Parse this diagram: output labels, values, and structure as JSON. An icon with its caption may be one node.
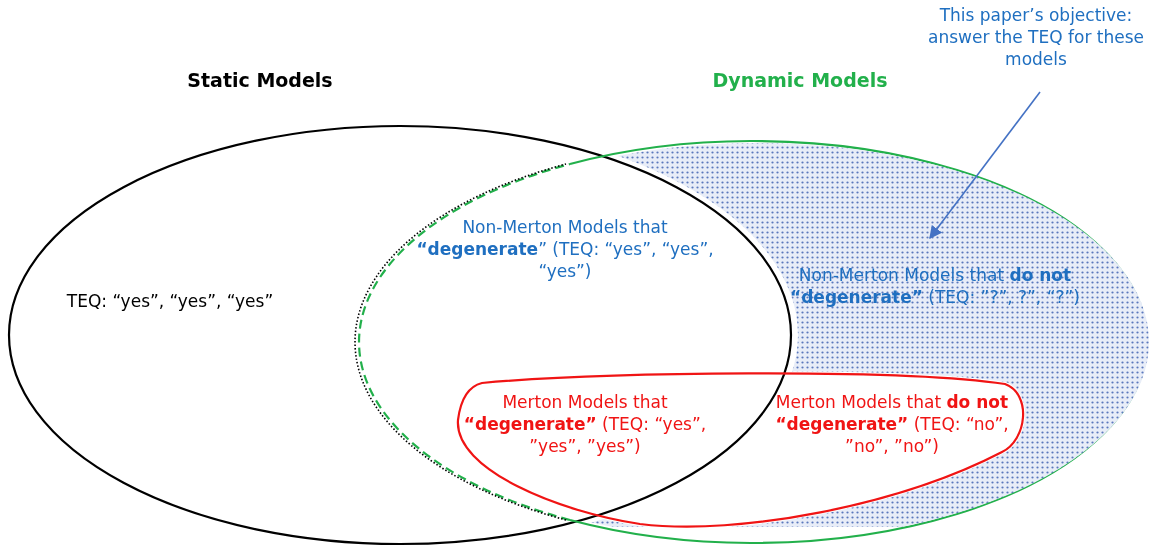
{
  "diagram": {
    "nodes": [
      {
        "text": [
          "Static Models",
          "TEQ: “yes”, “yes”, “yes”"
        ]
      },
      {
        "text": [
          "Dynamic Models"
        ]
      },
      {
        "text": [
          "Merton Models that **“degenerate”** (TEQ: “yes”, ”yes”, ”yes”)",
          "Merton Models that **do not “degenerate”** (TEQ: “no”, ”no”, ”no”)"
        ],
        "in": 1
      },
      {
        "text": [
          "Non-Merton Models that **do not “degenerate”** (TEQ: ”?”, ?”, “?”)"
        ],
        "in": 1
      },
      {
        "text": [
          "This paper’s objective: answer the TEQ for these models"
        ]
      }
    ],
    "edges": [
      {
        "from": 4,
        "to": 3,
        "arrow": "to"
      }
    ],
    "labels": [
      "Non-Merton Models that **“degenerate**” (TEQ: “yes”, “yes”, “yes”)"
    ]
  }
}
